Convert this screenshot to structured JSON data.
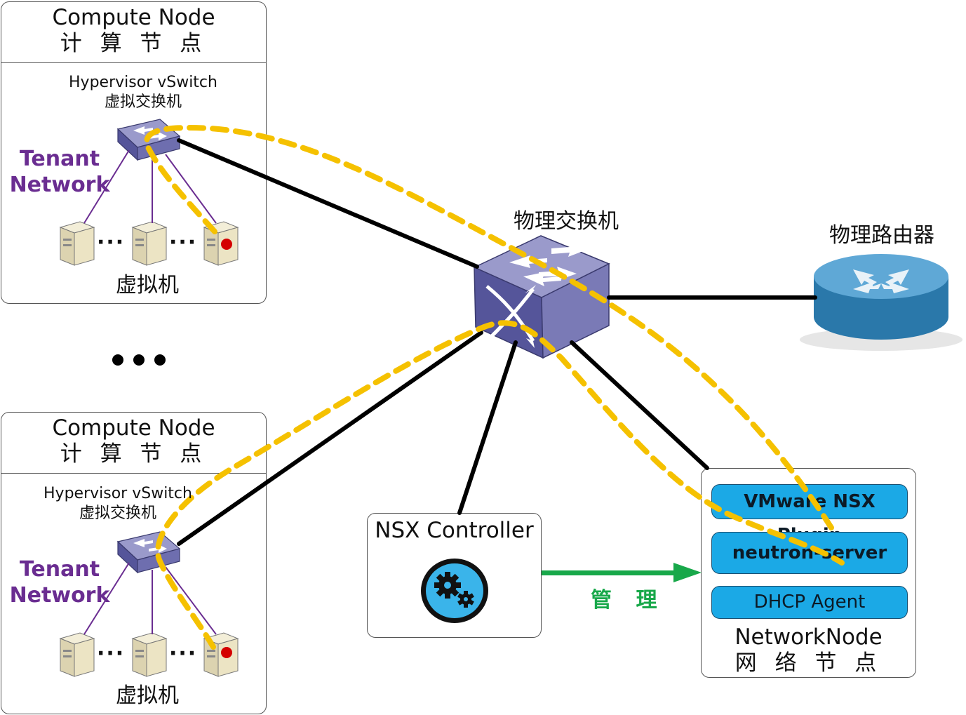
{
  "compute_nodes": [
    {
      "title": "Compute Node",
      "title_cn": "计 算 节 点",
      "vswitch_label": "Hypervisor vSwitch",
      "vswitch_label_cn": "虚拟交换机",
      "tenant_line1": "Tenant",
      "tenant_line2": "Network",
      "vm_label": "虚拟机"
    },
    {
      "title": "Compute Node",
      "title_cn": "计 算 节 点",
      "vswitch_label": "Hypervisor vSwitch",
      "vswitch_label_cn": "虚拟交换机",
      "tenant_line1": "Tenant",
      "tenant_line2": "Network",
      "vm_label": "虚拟机"
    }
  ],
  "physical_switch_label": "物理交换机",
  "physical_router_label": "物理路由器",
  "nsx_controller": {
    "title": "NSX Controller",
    "icon": "gears-icon"
  },
  "manage_label": "管 理",
  "network_node": {
    "components": [
      "VMware NSX Plugin",
      "neutron-server",
      "DHCP Agent"
    ],
    "title": "NetworkNode",
    "title_cn": "网 络 节 点"
  },
  "colors": {
    "tenant_text": "#6a2d91",
    "tunnel_dash": "#f5c100",
    "manage_arrow": "#18a84a",
    "component_fill": "#1ba9e6",
    "switch_body": "#5b5b9e",
    "router_body": "#2e7fb0",
    "vm_alert_dot": "#d40000"
  }
}
